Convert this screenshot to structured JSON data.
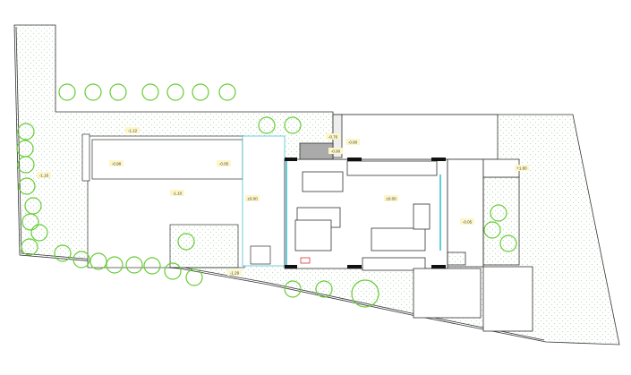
{
  "plan": {
    "colors": {
      "line": "#333333",
      "tree": "#66cc33",
      "glazing": "#33bbcc",
      "garden_dots": "#bbddbb",
      "level_tag": "#fdf6c8"
    },
    "levels": [
      "-1.12",
      "-0.98",
      "-0.05",
      "-1.10",
      "±0.00",
      "-1.29",
      "-0.80",
      "-0.90",
      "±0.00",
      "-0.05",
      "+1.80",
      "-1.16",
      "-0.76"
    ]
  }
}
